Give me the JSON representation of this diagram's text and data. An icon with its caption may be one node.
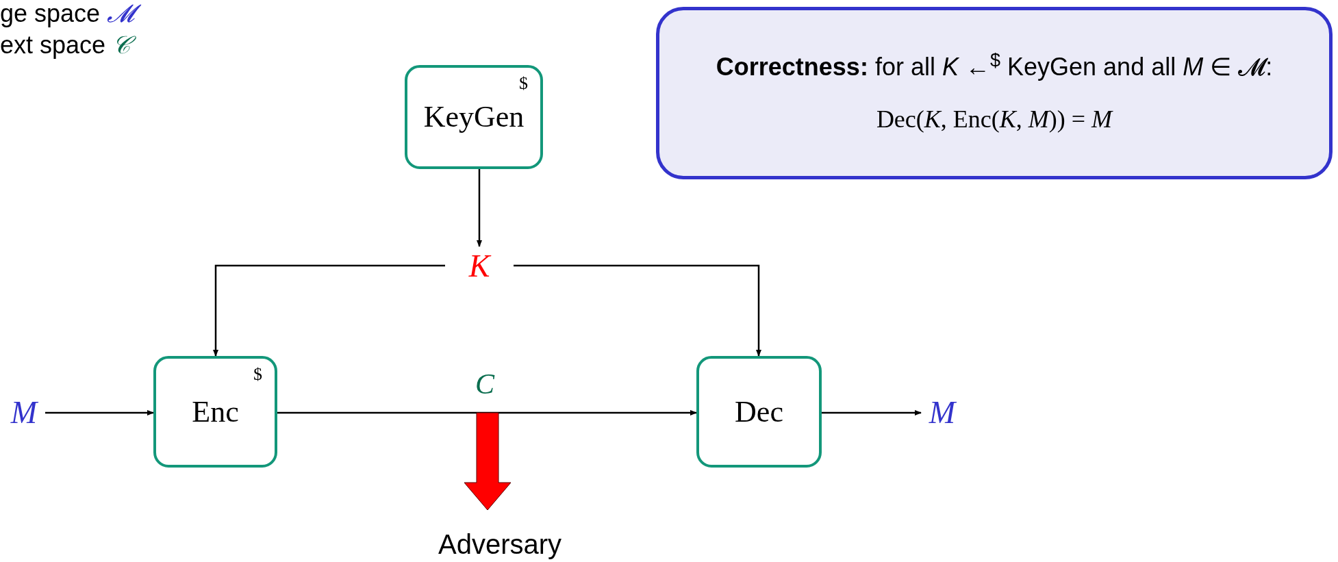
{
  "diagram": {
    "nodes": [
      {
        "text": [
          "$",
          "KeyGen"
        ]
      },
      {
        "text": [
          "K"
        ]
      },
      {
        "text": [
          "M"
        ]
      },
      {
        "text": [
          "$",
          "Enc"
        ]
      },
      {
        "text": [
          "Dec"
        ]
      },
      {
        "text": [
          "M"
        ]
      },
      {
        "text": [
          "Adversary"
        ]
      },
      {
        "text": [
          "**Correctness:** for all *K* ←$^{$}$ KeyGen and all *M* ∈ 𝓜:",
          "Dec(*K*, Enc(*K*, *M*)) = *M*"
        ]
      }
    ],
    "edges": [
      {
        "from": 0,
        "to": 1,
        "arrow": "to"
      },
      {
        "from": 1,
        "to": 3,
        "arrow": "to"
      },
      {
        "from": 1,
        "to": 4,
        "arrow": "to"
      },
      {
        "from": 2,
        "to": 3,
        "arrow": "to"
      },
      {
        "from": 3,
        "to": 4,
        "arrow": "to",
        "label": "C"
      },
      {
        "from": 4,
        "to": 5,
        "arrow": "to"
      },
      {
        "from": null,
        "to": 6,
        "arrow": "to",
        "style": "thick",
        "color": "#ff0000"
      }
    ],
    "labels": [
      "ge space",
      "𝓜",
      "ext space",
      "𝒞"
    ]
  }
}
